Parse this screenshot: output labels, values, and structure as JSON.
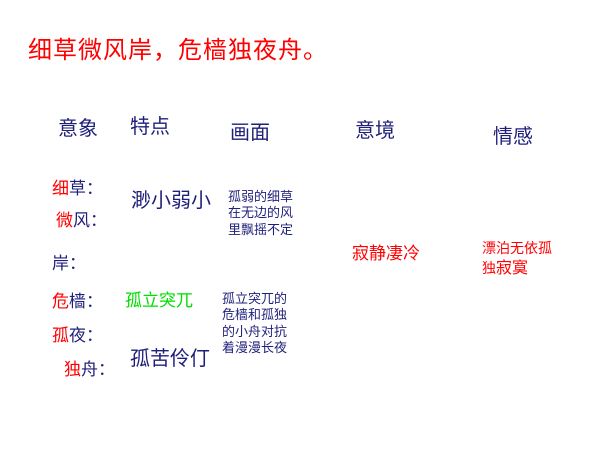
{
  "title": "细草微风岸，危樯独夜舟。",
  "headers": {
    "imagery": "意象",
    "trait": "特点",
    "picture": "画面",
    "mood": "意境",
    "emotion": "情感"
  },
  "group1": {
    "item1_a": "细",
    "item1_b": "草：",
    "item2_a": "微",
    "item2_b": "风：",
    "item3": "岸：",
    "trait": "渺小弱小",
    "picture": [
      "孤弱的细草",
      "在无边的风",
      "里飘摇不定"
    ]
  },
  "group2": {
    "item1_a": "危",
    "item1_b": "樯：",
    "item2_a": "孤",
    "item2_b": "夜：",
    "item3_a": "独",
    "item3_b": "舟：",
    "trait_top": "孤立突兀",
    "trait_bottom": "孤苦伶仃",
    "picture": [
      "孤立突兀的",
      "危樯和孤独",
      "的小舟对抗",
      "着漫漫长夜"
    ]
  },
  "mood": "寂静凄冷",
  "emotion": {
    "line1_a": "漂泊无依孤",
    "line2_a": "独",
    "line2_b": "寂寞"
  }
}
